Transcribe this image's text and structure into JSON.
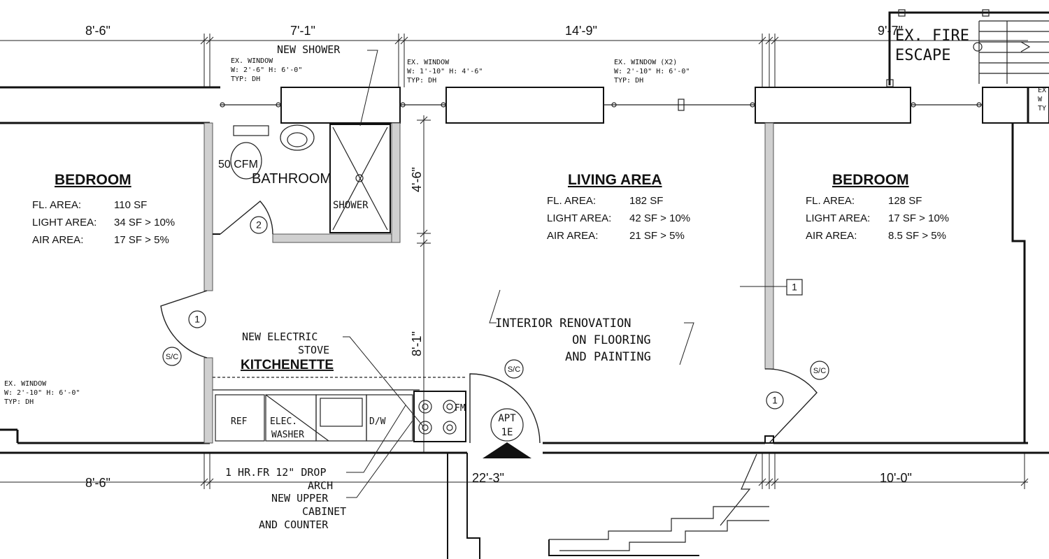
{
  "dimensions": {
    "top": [
      "8'-6\"",
      "7'-1\"",
      "14'-9\"",
      "9'-7\""
    ],
    "bottom": [
      "8'-6\"",
      "22'-3\"",
      "10'-0\""
    ],
    "vertical": [
      "4'-6\"",
      "8'-1\""
    ]
  },
  "rooms": {
    "bedroom_left": {
      "title": "BEDROOM",
      "rows": [
        {
          "label": "FL. AREA:",
          "value": "110 SF"
        },
        {
          "label": "LIGHT AREA:",
          "value": "34 SF > 10%"
        },
        {
          "label": "AIR AREA:",
          "value": "17 SF > 5%"
        }
      ]
    },
    "living": {
      "title": "LIVING AREA",
      "rows": [
        {
          "label": "FL. AREA:",
          "value": "182 SF"
        },
        {
          "label": "LIGHT AREA:",
          "value": "42 SF > 10%"
        },
        {
          "label": "AIR AREA:",
          "value": "21 SF > 5%"
        }
      ]
    },
    "bedroom_right": {
      "title": "BEDROOM",
      "rows": [
        {
          "label": "FL. AREA:",
          "value": "128 SF"
        },
        {
          "label": "LIGHT AREA:",
          "value": "17 SF > 10%"
        },
        {
          "label": "AIR AREA:",
          "value": "8.5 SF > 5%"
        }
      ]
    },
    "bathroom": {
      "title": "BATHROOM"
    },
    "kitchenette": {
      "title": "KITCHENETTE"
    }
  },
  "windows": {
    "bath": {
      "l1": "EX. WINDOW",
      "l2": "W: 2'-6\" H: 6'-0\"",
      "l3": "TYP: DH"
    },
    "living_left": {
      "l1": "EX. WINDOW",
      "l2": "W: 1'-10\" H: 4'-6\"",
      "l3": "TYP: DH"
    },
    "living_right": {
      "l1": "EX. WINDOW (X2)",
      "l2": "W: 2'-10\" H: 6'-0\"",
      "l3": "TYP: DH"
    },
    "bedroom_left": {
      "l1": "EX. WINDOW",
      "l2": "W: 2'-10\" H: 6'-0\"",
      "l3": "TYP: DH"
    },
    "bedroom_right_partial": {
      "l1": "EX",
      "l2": "W",
      "l3": "TY"
    }
  },
  "notes": {
    "new_shower": "NEW SHOWER",
    "fan": "50 CFM",
    "shower": "SHOWER",
    "stove_1": "NEW ELECTRIC",
    "stove_2": "STOVE",
    "renovation_1": "INTERIOR RENOVATION",
    "renovation_2": "ON FLOORING",
    "renovation_3": "AND PAINTING",
    "fire_escape_1": "EX. FIRE",
    "fire_escape_2": "ESCAPE",
    "drop_1": "1 HR.FR 12\" DROP",
    "drop_2": "ARCH",
    "upper_1": "NEW UPPER",
    "upper_2": "CABINET",
    "upper_3": "AND COUNTER",
    "ref": "REF",
    "elec": "ELEC.",
    "washer": "WASHER",
    "dw": "D/W",
    "fm": "FM",
    "apt_1": "APT",
    "apt_2": "1E"
  },
  "tags": {
    "door_type_1": "1",
    "door_type_2": "2",
    "partition_type": "1",
    "self_closing": "S/C"
  }
}
